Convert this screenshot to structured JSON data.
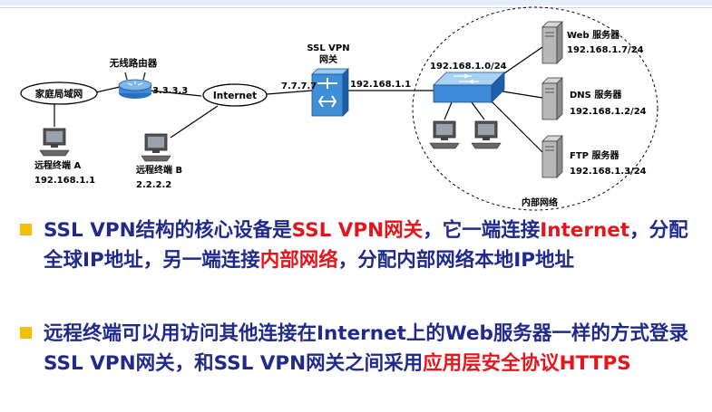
{
  "colors": {
    "bullet_text": "#1f2a8c",
    "highlight": "#e8141c",
    "bullet_square": "#f2c000",
    "top_bar": "#e8eef9"
  },
  "diagram": {
    "home_lan": "家庭局域网",
    "wireless_router": "无线路由器",
    "router_ip": "3.3.3.3",
    "internet": "Internet",
    "gateway_ip_ext": "7.7.7.7",
    "gateway_label_line1": "SSL VPN",
    "gateway_label_line2": "网关",
    "gateway_ip_int": "192.168.1.1",
    "subnet": "192.168.1.0/24",
    "remote_a_name": "远程终端 A",
    "remote_a_ip": "192.168.1.1",
    "remote_b_name": "远程终端 B",
    "remote_b_ip": "2.2.2.2",
    "web_server_name": "Web 服务器",
    "web_server_ip": "192.168.1.7/24",
    "dns_server_name": "DNS 服务器",
    "dns_server_ip": "192.168.1.2/24",
    "ftp_server_name": "FTP 服务器",
    "ftp_server_ip": "192.168.1.3/24",
    "internal_network": "内部网络"
  },
  "bullets": [
    {
      "p1": "SSL VPN结构的核心设备是",
      "h1": "SSL VPN网关",
      "p2": "，它一端连接",
      "h2": "Internet",
      "p3": "，分配全球IP地址，另一端连接",
      "h3": "内部网络",
      "p4": "，分配内部网络本地IP地址"
    },
    {
      "p1": "远程终端可以用访问其他连接在Internet上的Web服务器一样的方式登录SSL VPN网关，和SSL VPN网关之间采用",
      "h1": "应用层安全协议HTTPS"
    }
  ]
}
